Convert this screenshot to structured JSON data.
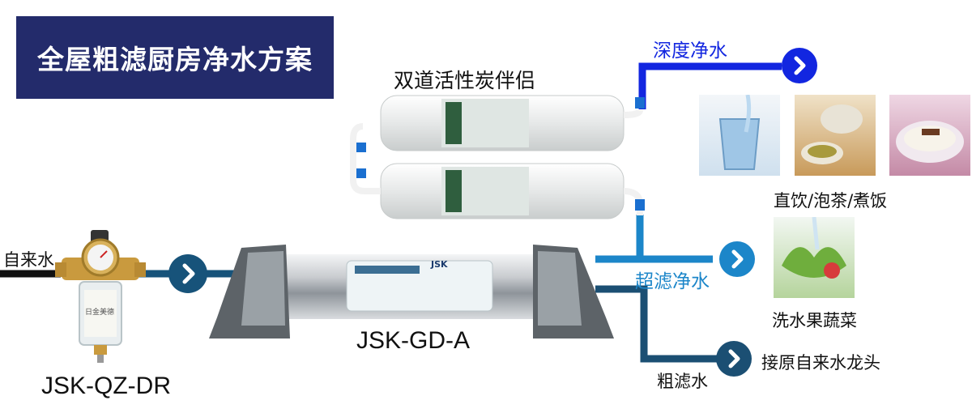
{
  "title": "全屋粗滤厨房净水方案",
  "inlet_label": "自来水",
  "prefilter": {
    "model": "JSK-QZ-DR",
    "brand_label": "日金美德"
  },
  "ultrafilter": {
    "model": "JSK-GD-A",
    "badge": "JSK"
  },
  "carbon": {
    "name": "双道活性炭伴侣"
  },
  "outputs": {
    "deep": {
      "label": "深度净水",
      "use": "直饮/泡茶/煮饭",
      "color": "#1226e0"
    },
    "ultra": {
      "label": "超滤净水",
      "use": "洗水果蔬菜",
      "color": "#1c86c9"
    },
    "coarse": {
      "label": "粗滤水",
      "use": "接原自来水龙头",
      "color": "#1b4f73"
    }
  },
  "colors": {
    "title_bg": "#232b6b",
    "main_pipe": "#17537a",
    "inlet_pipe": "#111111"
  },
  "icons": [
    "chevron-right-icon"
  ]
}
